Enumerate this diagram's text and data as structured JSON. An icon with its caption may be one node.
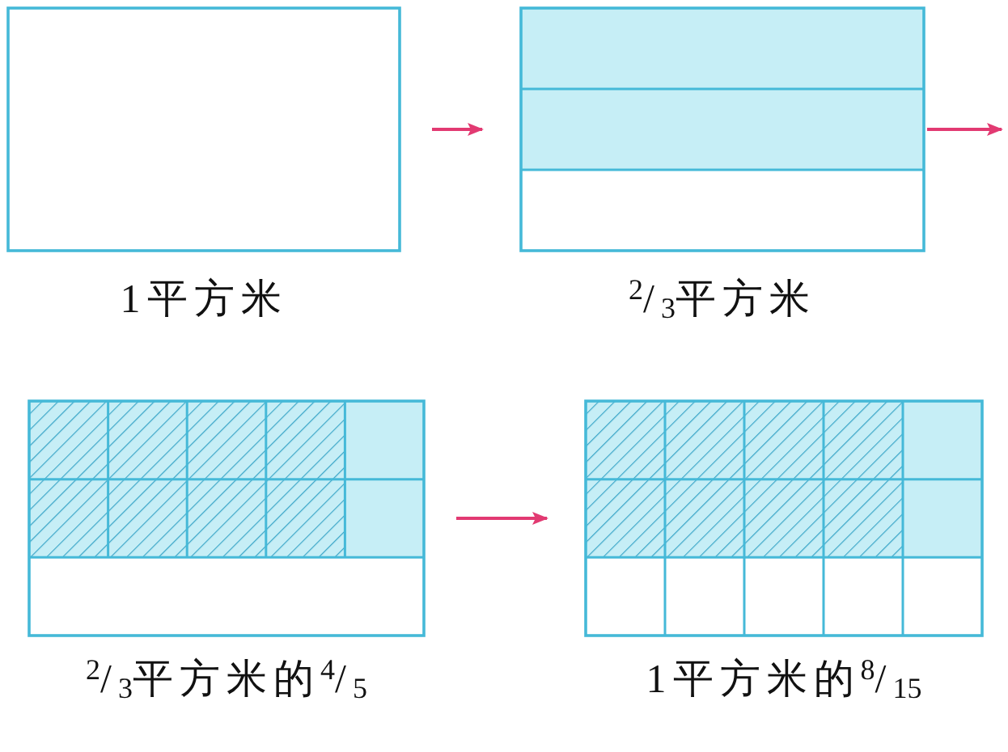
{
  "diagram": {
    "nodes": [
      {
        "text": [
          "1平方米"
        ]
      },
      {
        "text": [
          "$^{2}$/$_{3}$平方米"
        ]
      },
      {
        "text": [
          "$^{2}$/$_{3}$平方米的$^{4}$/$_{5}$"
        ]
      },
      {
        "text": [
          "1平方米的$^{8}$/$_{15}$"
        ]
      }
    ],
    "edges": [
      {
        "from": 0,
        "to": 1,
        "arrow": "to"
      },
      {
        "from": 1,
        "to": null,
        "arrow": "to"
      },
      {
        "from": 2,
        "to": 3,
        "arrow": "to"
      }
    ]
  }
}
